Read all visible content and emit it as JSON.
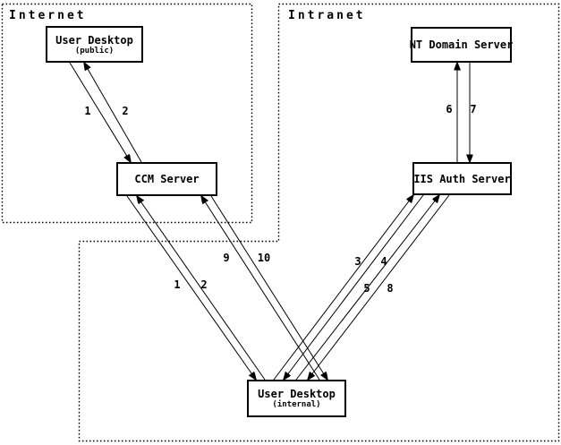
{
  "diagram": {
    "zones": {
      "internet": {
        "label": "Internet"
      },
      "intranet": {
        "label": "Intranet"
      }
    },
    "nodes": {
      "user_desktop_public": {
        "title": "User Desktop",
        "subtitle": "(public)"
      },
      "ccm_server": {
        "title": "CCM Server"
      },
      "nt_domain_server": {
        "title": "NT Domain Server"
      },
      "iis_auth_server": {
        "title": "IIS Auth Server"
      },
      "user_desktop_internal": {
        "title": "User Desktop",
        "subtitle": "(internal)"
      }
    },
    "connections": [
      {
        "label": "1",
        "from": "user_desktop_public",
        "to": "ccm_server"
      },
      {
        "label": "2",
        "from": "ccm_server",
        "to": "user_desktop_public"
      },
      {
        "label": "1",
        "from": "user_desktop_internal",
        "to": "ccm_server"
      },
      {
        "label": "2",
        "from": "ccm_server",
        "to": "user_desktop_internal"
      },
      {
        "label": "3",
        "from": "user_desktop_internal",
        "to": "iis_auth_server"
      },
      {
        "label": "4",
        "from": "iis_auth_server",
        "to": "user_desktop_internal"
      },
      {
        "label": "5",
        "from": "user_desktop_internal",
        "to": "iis_auth_server"
      },
      {
        "label": "6",
        "from": "iis_auth_server",
        "to": "nt_domain_server"
      },
      {
        "label": "7",
        "from": "nt_domain_server",
        "to": "iis_auth_server"
      },
      {
        "label": "8",
        "from": "iis_auth_server",
        "to": "user_desktop_internal"
      },
      {
        "label": "9",
        "from": "user_desktop_internal",
        "to": "ccm_server"
      },
      {
        "label": "10",
        "from": "ccm_server",
        "to": "user_desktop_internal"
      }
    ],
    "colors": {
      "line": "#000000",
      "background": "#ffffff"
    }
  }
}
